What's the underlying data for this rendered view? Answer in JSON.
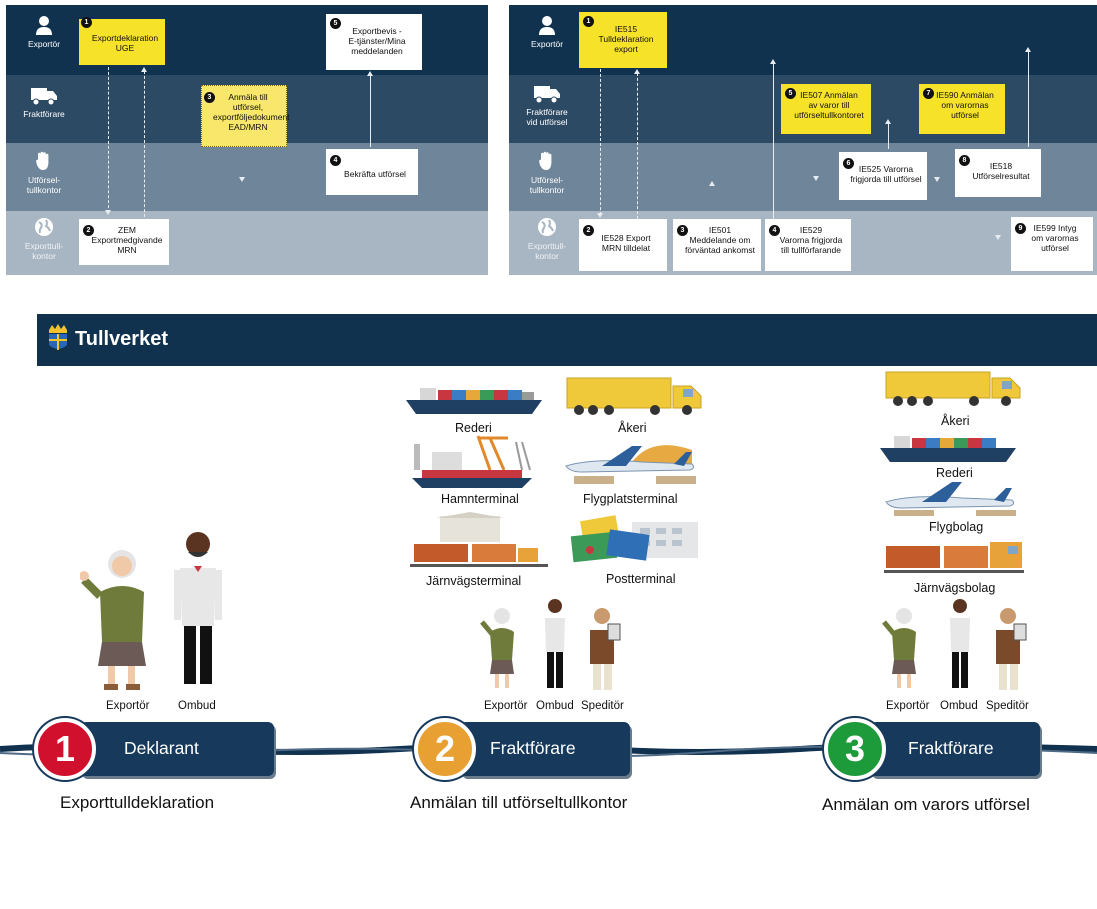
{
  "panel_export": {
    "roles": [
      "Exportör",
      "Fraktförare",
      "Utförsel-\ntullkontor",
      "Exporttull-\nkontor"
    ],
    "boxes": [
      {
        "n": "1",
        "text": "Exportdeklaration\nUGE"
      },
      {
        "n": "2",
        "text": "ZEM\nExportmedgivande\nMRN"
      },
      {
        "n": "3",
        "text": "Anmäla till\nutförsel,\nexportföljedokument\nEAD/MRN"
      },
      {
        "n": "4",
        "text": "Bekräfta utförsel"
      },
      {
        "n": "5",
        "text": "Exportbevis -\nE-tjänster/Mina\nmeddelanden"
      }
    ]
  },
  "panel_messages": {
    "roles": [
      "Exportör",
      "Fraktförare\nvid utförsel",
      "Utförsel-\ntullkontor",
      "Exporttull-\nkontor"
    ],
    "boxes": [
      {
        "n": "1",
        "text": "IE515\nTulldeklaration\nexport"
      },
      {
        "n": "2",
        "text": "IE528 Export\nMRN tilldelat"
      },
      {
        "n": "3",
        "text": "IE501\nMeddelande om\nförväntad ankomst"
      },
      {
        "n": "4",
        "text": "IE529\nVarorna frigjorda\ntill tullförfarande"
      },
      {
        "n": "5",
        "text": "IE507 Anmälan\nav varor till\nutförseltullkontoret"
      },
      {
        "n": "6",
        "text": "IE525 Varorna\nfrigjorda till utförsel"
      },
      {
        "n": "7",
        "text": "IE590 Anmälan\nom varornas\nutförsel"
      },
      {
        "n": "8",
        "text": "IE518\nUtförselresultat"
      },
      {
        "n": "9",
        "text": "IE599 Intyg\nom varornas\nutförsel"
      }
    ]
  },
  "brand": "Tullverket",
  "carriers_mid": [
    "Rederi",
    "Åkeri",
    "Hamnterminal",
    "Flygplatsterminal",
    "Järnvägsterminal",
    "Postterminal"
  ],
  "carriers_right": [
    "Åkeri",
    "Rederi",
    "Flygbolag",
    "Järnvägsbolag"
  ],
  "people_left": [
    "Exportör",
    "Ombud"
  ],
  "people_mid": [
    "Exportör",
    "Ombud",
    "Speditör"
  ],
  "people_right": [
    "Exportör",
    "Ombud",
    "Speditör"
  ],
  "steps": [
    {
      "number": "1",
      "title": "Deklarant",
      "caption": "Exporttulldeklaration",
      "color": "#d0102d"
    },
    {
      "number": "2",
      "title": "Fraktförare",
      "caption": "Anmälan till utförseltullkontor",
      "color": "#e8a033"
    },
    {
      "number": "3",
      "title": "Fraktförare",
      "caption": "Anmälan om varors utförsel",
      "color": "#1d9a3a"
    }
  ],
  "colors": {
    "navy": "#10324f",
    "yellow": "#f7e22a"
  }
}
